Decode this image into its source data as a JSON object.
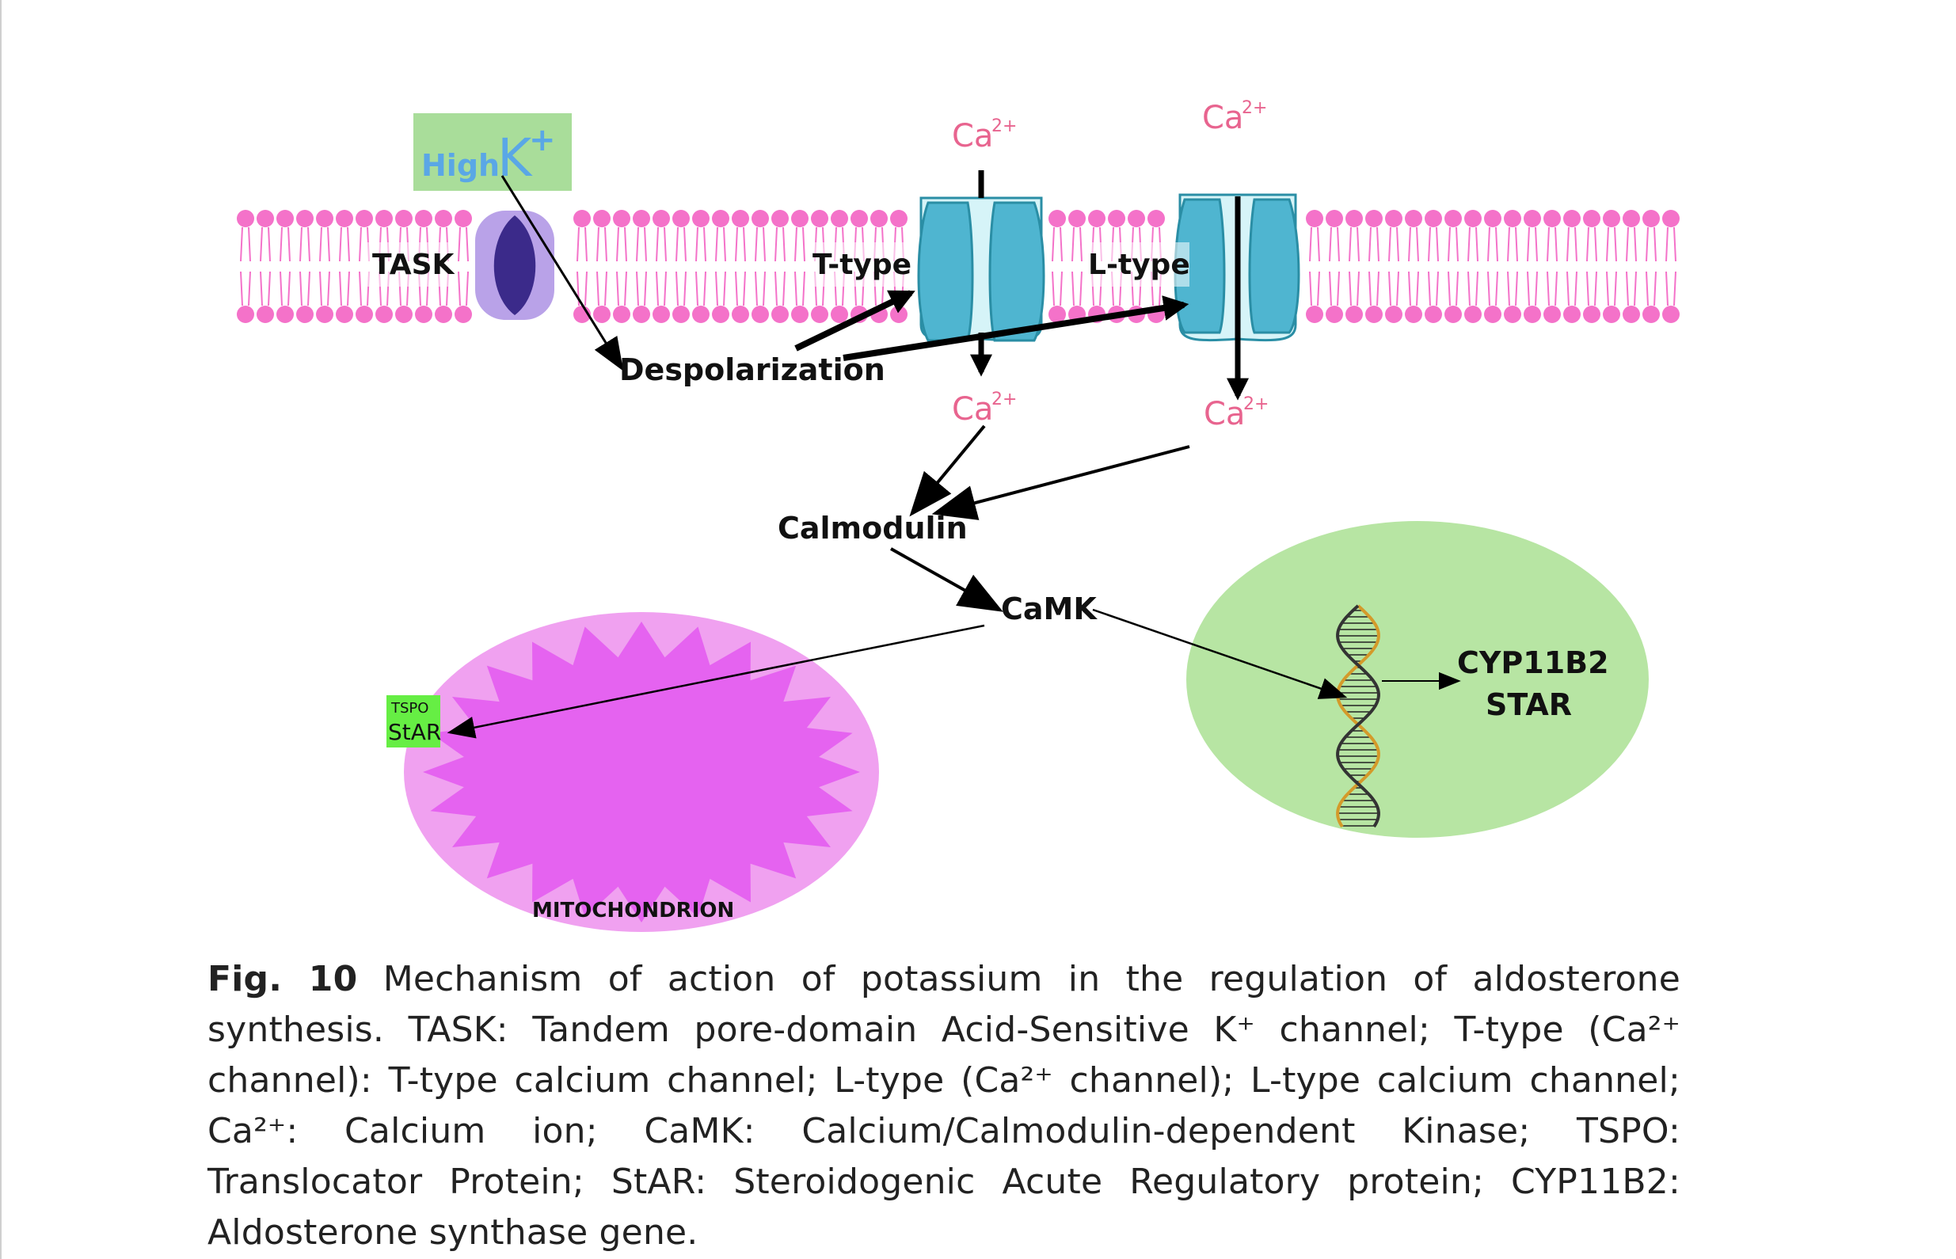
{
  "diagram": {
    "high_k": {
      "text": "High",
      "ion": "K",
      "charge": "+"
    },
    "channels": {
      "task": "TASK",
      "t_type": "T-type",
      "l_type": "L-type"
    },
    "calcium": {
      "symbol": "Ca",
      "charge": "2+"
    },
    "despolarization": "Despolarization",
    "calmodulin": "Calmodulin",
    "camk": "CaMK",
    "mitochondrion": {
      "label": "MITOCHONDRION",
      "tspo": "TSPO",
      "star": "StAR"
    },
    "nucleus": {
      "gene": "CYP11B2",
      "star": "STAR"
    },
    "colors": {
      "membrane": "#f472c9",
      "task_channel_outer": "#b9a2e8",
      "task_channel_inner": "#3b2a8a",
      "calcium_channel": "#4fb5d0",
      "calcium_channel_inner": "#d6f4f8",
      "high_k_box": "#a9dd9a",
      "high_k_text": "#5aa7e6",
      "calcium_text": "#e8648f",
      "mitochondrion_outer": "#f0a1f0",
      "mitochondrion_inner": "#e563f0",
      "tspo_box": "#66ee44",
      "nucleus": "#b7e5a3"
    }
  },
  "caption": {
    "fig_label": "Fig. 10",
    "text": "Mechanism of action of potassium in the regulation of aldosterone synthesis. TASK: Tandem pore-domain Acid-Sensitive K⁺ channel; T-type (Ca²⁺ channel): T-type calcium channel; L-type (Ca²⁺ channel); L-type calcium channel; Ca²⁺: Calcium ion; CaMK: Calcium/Calmodulin-dependent Kinase; TSPO: Translocator Protein; StAR: Steroidogenic Acute Regulatory protein; CYP11B2: Aldosterone synthase gene."
  }
}
